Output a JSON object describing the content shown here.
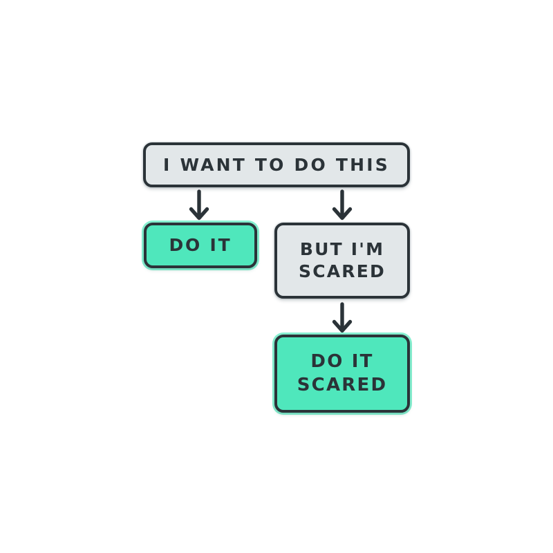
{
  "diagram": {
    "title": "do-it-scared-flowchart",
    "background": "#ffffff",
    "colors": {
      "ink": "#2b3338",
      "gray_fill": "#e2e7e9",
      "green_fill": "#4fe7bc",
      "green_glow": "#5febc2"
    },
    "nodes": [
      {
        "id": "want",
        "label": "I want to do this",
        "style": "gray"
      },
      {
        "id": "doit",
        "label": "Do it",
        "style": "green"
      },
      {
        "id": "scared",
        "label": "But I'm\nScared",
        "style": "gray"
      },
      {
        "id": "doit_scared",
        "label": "Do it\nScared",
        "style": "green"
      }
    ],
    "arrows": [
      {
        "id": "want-to-doit",
        "from": "want",
        "to": "doit",
        "icon": "arrow-down-icon"
      },
      {
        "id": "want-to-scared",
        "from": "want",
        "to": "scared",
        "icon": "arrow-down-icon"
      },
      {
        "id": "scared-to-doit",
        "from": "scared",
        "to": "doit_scared",
        "icon": "arrow-down-icon"
      }
    ]
  }
}
